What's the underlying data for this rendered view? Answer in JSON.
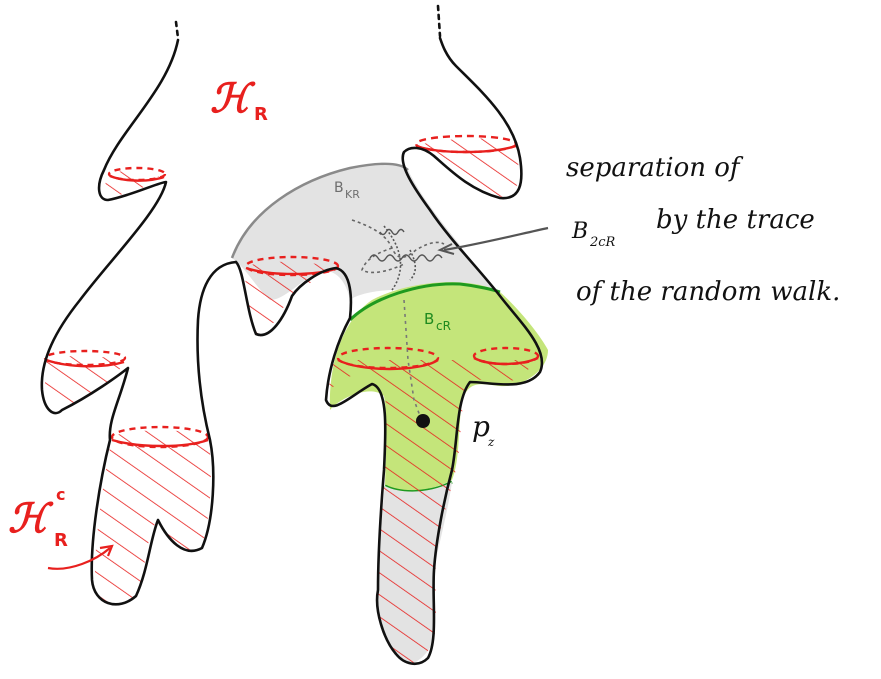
{
  "labels": {
    "H_R_main": "ℋ",
    "H_R_sub": "R",
    "H_Rc_main": "ℋ",
    "H_Rc_sub": "R",
    "H_Rc_sup": "c",
    "ball_KR": "B",
    "ball_KR_sub": "KR",
    "ball_cR": "B",
    "ball_cR_sub": "cR",
    "point_label": "p",
    "point_sub": "z"
  },
  "annotation": {
    "line1": "separation of",
    "line2_prefix": "B",
    "line2_sub": "2cR",
    "line2_rest": "by the trace",
    "line3": "of the random walk."
  },
  "colors": {
    "outline": "#111111",
    "hatch": "#e8201e",
    "grey_fill": "#e3e3e3",
    "green_fill": "#c4e57a",
    "green_stroke": "#1f9a1f"
  }
}
